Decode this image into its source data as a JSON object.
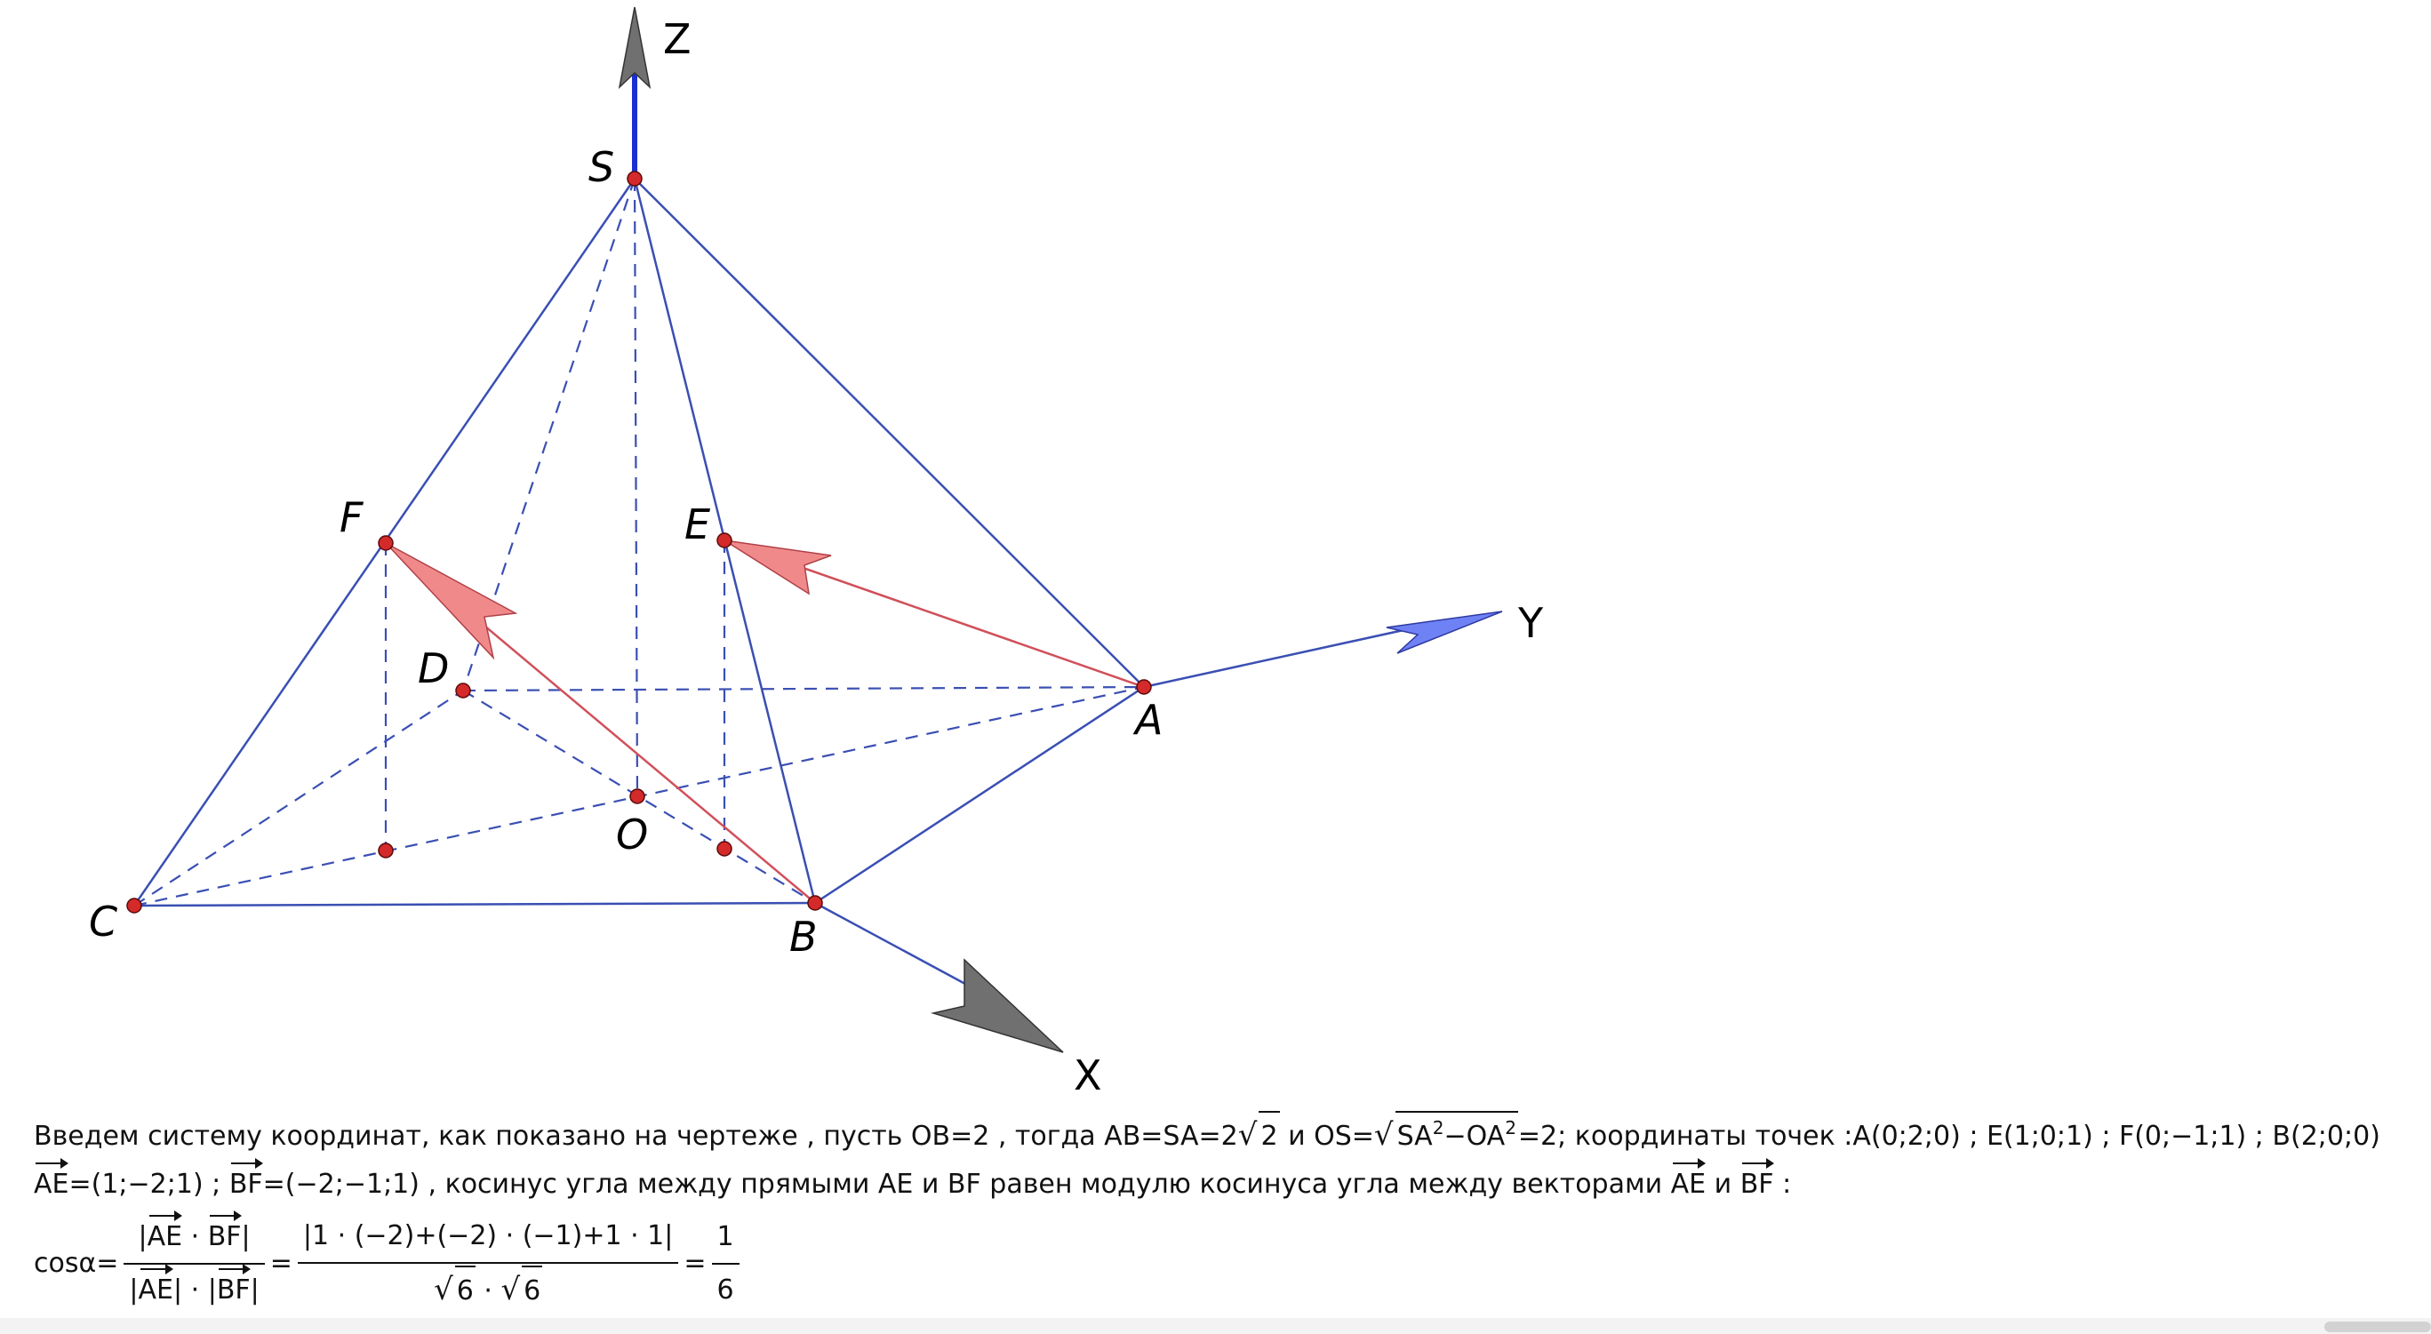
{
  "axes": {
    "z": "Z",
    "y": "Y",
    "x": "X"
  },
  "points": {
    "S": "S",
    "F": "F",
    "E": "E",
    "D": "D",
    "A": "A",
    "O": "O",
    "C": "C",
    "B": "B"
  },
  "colors": {
    "edge": "#3a4fb3",
    "axis_z": "#1a2fd0",
    "vector": "#d0505a",
    "point": "#d42a2a",
    "arrow_red": "#f08a8a",
    "arrow_blue": "#6f82f5",
    "arrow_gray": "#707070"
  },
  "text": {
    "line1_a": "Введем систему координат, как показано на чертеже , пусть OB=2 , тогда AB=SA=2",
    "line1_sqrt2": "2",
    "line1_b": " и OS=",
    "line1_sa": "SA",
    "line1_exp1": "2",
    "line1_oa": "−OA",
    "line1_exp2": "2",
    "line1_c": "=2; координаты точек :A(0;2;0) ; E(1;0;1) ; F(0;−1;1) ; B(2;0;0)",
    "ae": "AE",
    "line2_a": "=(1;−2;1) ; ",
    "bf": "BF",
    "line2_b": "=(−2;−1;1)  , косинус угла  между прямыми AE и BF равен модулю косинуса угла между векторами ",
    "line2_and": " и ",
    "line2_end": " :",
    "cos_label": "cosα=",
    "frac1_num_a": "|",
    "frac1_num_b": " · ",
    "frac1_num_c": "|",
    "frac1_den_a": "|",
    "frac1_den_b": "| · |",
    "frac1_den_c": "|",
    "eq": "=",
    "frac2_num": "|1 · (−2)+(−2) · (−1)+1 · 1|",
    "frac2_den_6a": "6",
    "frac2_den_dot": " · ",
    "frac2_den_6b": "6",
    "eq2": "=",
    "frac3_num": "1",
    "frac3_den": "6"
  }
}
